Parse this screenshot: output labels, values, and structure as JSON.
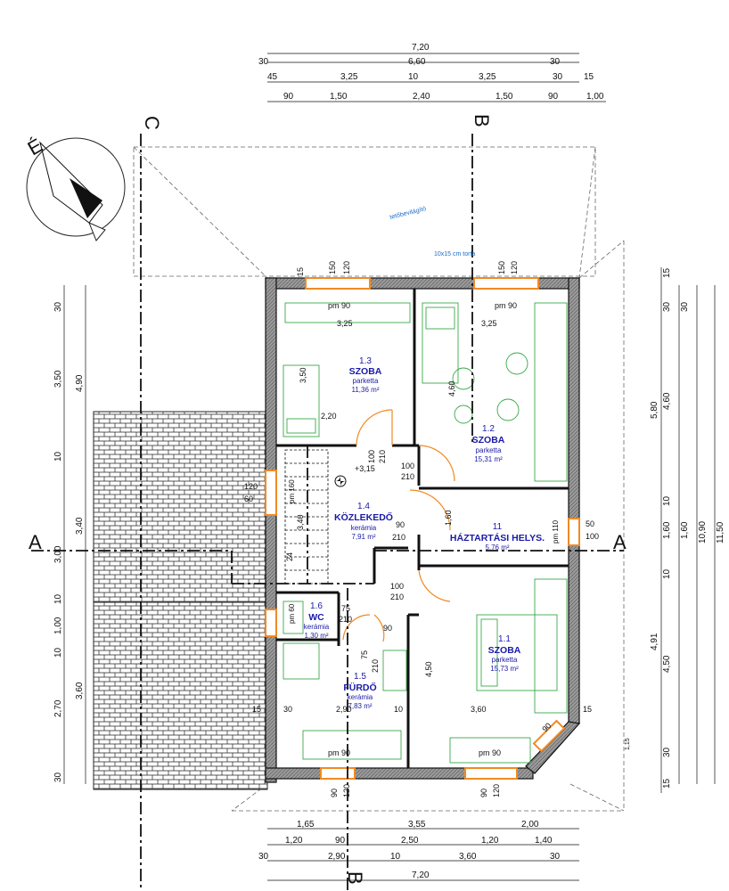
{
  "rooms": [
    {
      "num": "1.3",
      "name": "SZOBA",
      "floor": "parketta",
      "area": "11,36 m²"
    },
    {
      "num": "1.2",
      "name": "SZOBA",
      "floor": "parketta",
      "area": "15,31 m²"
    },
    {
      "num": "1.4",
      "name": "KÖZLEKEDŐ",
      "floor": "kerámia",
      "area": "7,91 m²"
    },
    {
      "num": "11",
      "name": "HÁZTARTÁSI HELYS.",
      "floor": "",
      "area": "5,76 m²"
    },
    {
      "num": "1.1",
      "name": "SZOBA",
      "floor": "parketta",
      "area": "15,73 m²"
    },
    {
      "num": "1.6",
      "name": "WC",
      "floor": "kerámia",
      "area": "1,30 m²"
    },
    {
      "num": "1.5",
      "name": "FÜRDŐ",
      "floor": "kerámia",
      "area": "7,83 m²"
    }
  ],
  "axes": {
    "a_left": "A",
    "a_right": "A",
    "b_top": "B",
    "b_bottom": "B",
    "c_top": "C"
  },
  "compass": {
    "letter": "É"
  },
  "top_dims": {
    "row1": [
      "7,20"
    ],
    "row2": [
      "30",
      "6,60",
      "30"
    ],
    "row3": [
      "45",
      "3,25",
      "10",
      "3,25",
      "30",
      "15"
    ],
    "row4": [
      "90",
      "1,50",
      "2,40",
      "1,50",
      "90",
      "1,00"
    ]
  },
  "bottom_dims": {
    "row1": [
      "1,65",
      "3,55",
      "2,00"
    ],
    "row2": [
      "1,20",
      "90",
      "2,50",
      "1,20",
      "1,40"
    ],
    "row3": [
      "30",
      "2,90",
      "10",
      "3,60",
      "30"
    ],
    "row4": [
      "7,20"
    ]
  },
  "left_dims": {
    "outer": [
      "4,90",
      "3,40",
      "3,60"
    ],
    "inner": [
      "30",
      "3,50",
      "10",
      "3,00",
      "10",
      "1,00",
      "10",
      "2,70",
      "30"
    ]
  },
  "right_dims": {
    "a": [
      "15",
      "30",
      "4,60",
      "10",
      "1,60",
      "10",
      "4,50",
      "30",
      "15"
    ],
    "b": [
      "30",
      "5,80",
      "1,60",
      "4,91",
      "1,15"
    ],
    "c": [
      "10,90"
    ],
    "d": [
      "11,50"
    ]
  },
  "interior": {
    "pm90_a": "pm 90",
    "pm90_b": "pm 90",
    "pm90_c": "pm 90",
    "pm90_d": "pm 90",
    "pm160": "pm 160",
    "pm110": "pm 110",
    "pm60": "pm 60",
    "d325a": "3,25",
    "d325b": "3,25",
    "d350": "3,50",
    "d460": "4,60",
    "d220": "2,20",
    "d100_210a": "100",
    "d100_210a2": "210",
    "d100_210b": "100",
    "d100_210b2": "210",
    "d90_210": "90",
    "d90_210b": "210",
    "d100_210c": "100",
    "d100_210c2": "210",
    "d75_210": "75",
    "d75_210b": "210",
    "d160": "1,60",
    "d450": "4,50",
    "d290": "2,90",
    "d360": "3,60",
    "d15a": "15",
    "d30a": "30",
    "d10a": "10",
    "d15b": "15",
    "level": "+3,15",
    "d120_60a": "120",
    "d120_60b": "60",
    "d50": "50",
    "d100": "100",
    "d150": "150",
    "d120": "120",
    "d15c": "15",
    "d150b": "150",
    "d120b": "120",
    "d90": "90",
    "d120c": "120",
    "d90b": "90",
    "d120d": "120",
    "skylight": "tetőbevilágító",
    "beam": "10x15 cm torta",
    "d340": "3,40",
    "d24": "24",
    "d90e": "90",
    "d75": "75",
    "d210": "210",
    "d90f": "90"
  }
}
